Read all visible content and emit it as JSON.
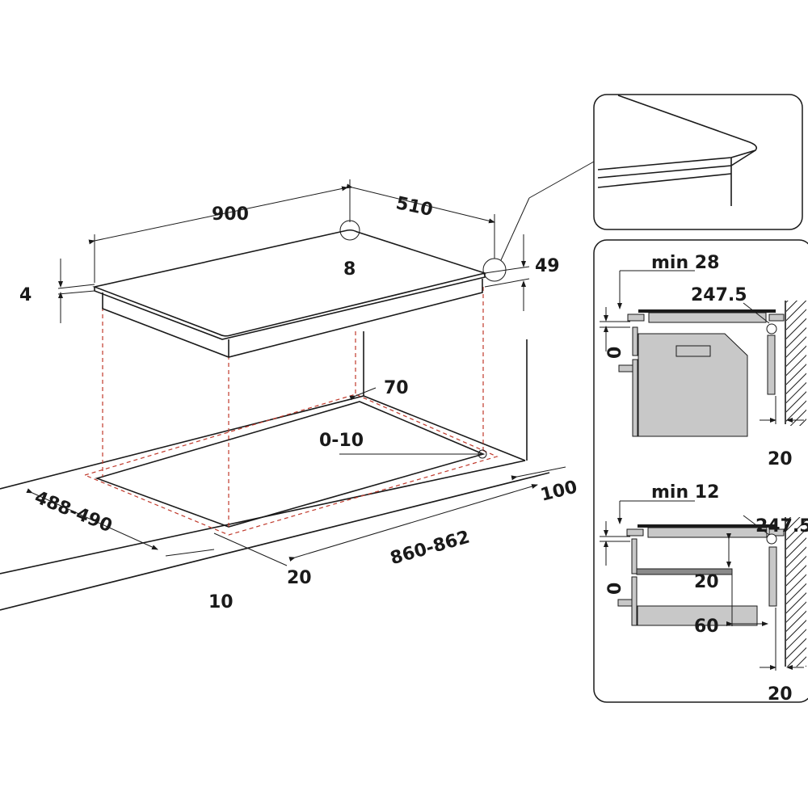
{
  "main_view": {
    "dims": {
      "width": "900",
      "depth": "510",
      "corner_radius": "8",
      "edge_thickness": "4",
      "total_height": "49",
      "cutout_back_clearance": "70",
      "cutout_radius": "0-10",
      "cutout_depth": "488-490",
      "cutout_width": "860-862",
      "back_clearance": "100",
      "front_clearance": "20",
      "front_min": "10"
    }
  },
  "detail_view": {},
  "side_view_1": {
    "min_label": "min 28",
    "radius": "247.5",
    "vertical": "0",
    "wall_gap": "20"
  },
  "side_view_2": {
    "min_label": "min 12",
    "radius": "247.5",
    "vertical": "0",
    "shelf_gap": "20",
    "shelf_depth_gap": "60",
    "wall_gap": "20"
  },
  "colors": {
    "line": "#1a1a1a",
    "dash": "#c0392b",
    "fill": "#c8c8c8"
  }
}
